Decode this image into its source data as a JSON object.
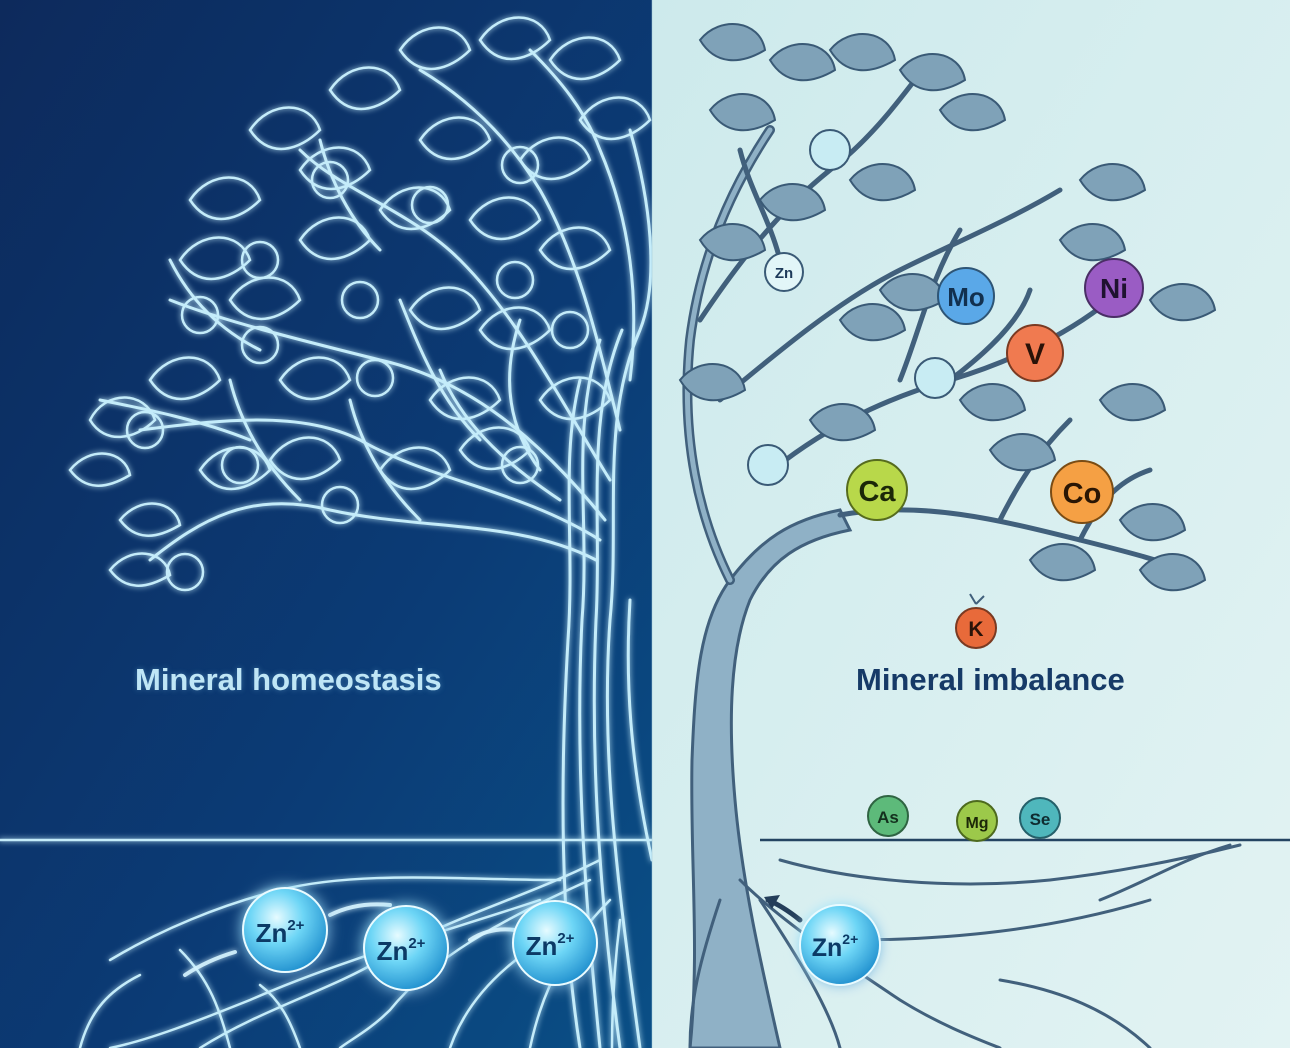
{
  "panels": {
    "left": {
      "label": "Mineral homeostasis"
    },
    "right": {
      "label": "Mineral imbalance"
    }
  },
  "ions": {
    "zinc_ion": "Zn",
    "zinc_charge": "2+"
  },
  "fruit_elements": {
    "zn": "Zn",
    "mo": "Mo",
    "ni": "Ni",
    "v": "V",
    "ca": "Ca",
    "co": "Co",
    "k": "K",
    "as": "As",
    "mg": "Mg",
    "se": "Se"
  },
  "colors": {
    "left_background": "#0b3a72",
    "right_background": "#d8eef0",
    "glow_line": "#bfe9f8",
    "mo_fruit": "#5aa8e8",
    "ni_fruit": "#9a5cc4",
    "v_fruit": "#f07a50",
    "ca_fruit": "#b8d84a",
    "co_fruit": "#f5a044",
    "k_fruit": "#e86a3a",
    "ground_fruit": "#5dba7a"
  }
}
